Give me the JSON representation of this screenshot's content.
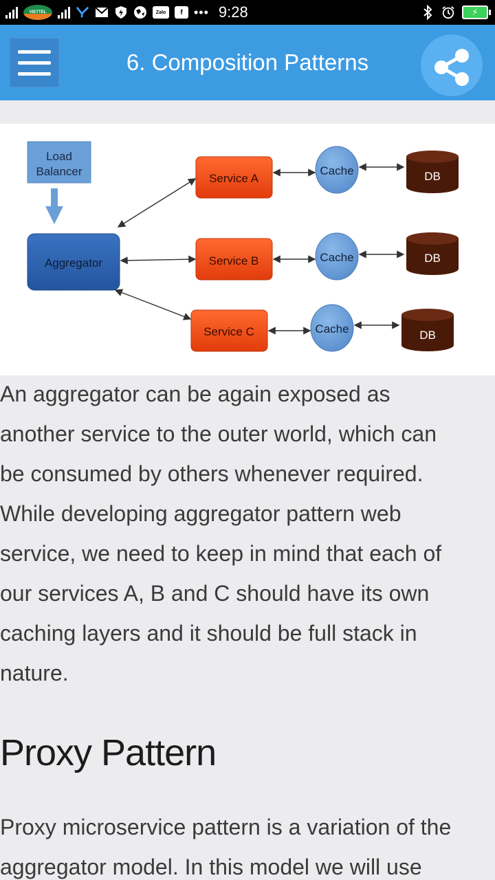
{
  "status_bar": {
    "carrier": "VIETTEL",
    "app_badge": "Zalo",
    "fb_badge": "f",
    "overflow": "•••",
    "time": "9:28"
  },
  "app_bar": {
    "title": "6. Composition Patterns"
  },
  "diagram": {
    "load_balancer": [
      "Load",
      "Balancer"
    ],
    "aggregator": "Aggregator",
    "services": [
      "Service A",
      "Service B",
      "Service C"
    ],
    "cache": "Cache",
    "db": "DB",
    "colors": {
      "load_balancer": "#6a9fd8",
      "aggregator": "#2c63b0",
      "service": "#f04a14",
      "cache": "#6a9fd8",
      "db": "#4a1a08"
    }
  },
  "article": {
    "paragraph1_lines": [
      "An aggregator can be again exposed as",
      "another service to the outer world, which can",
      "be consumed by others whenever required.",
      "While developing aggregator pattern web",
      "service, we need to keep in mind that each of",
      "our services A, B and C should have its own",
      "caching layers and it should be full stack in",
      "nature."
    ],
    "heading": "Proxy Pattern",
    "paragraph2_lines": [
      "Proxy microservice pattern is a variation of the",
      "aggregator model. In this model we will use"
    ]
  }
}
